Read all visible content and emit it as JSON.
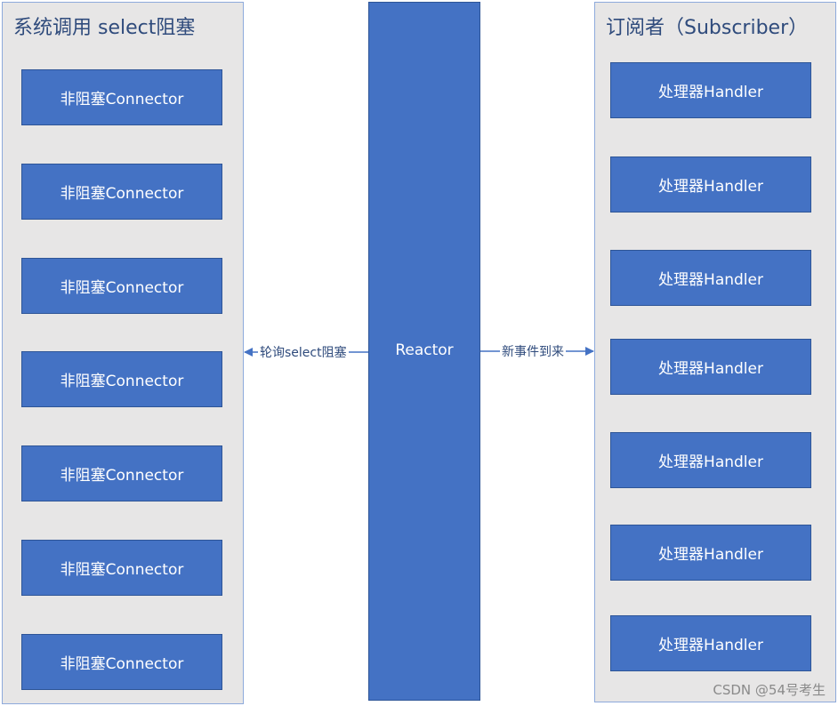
{
  "left_panel": {
    "title": "系统调用 select阻塞",
    "items": [
      {
        "label": "非阻塞Connector"
      },
      {
        "label": "非阻塞Connector"
      },
      {
        "label": "非阻塞Connector"
      },
      {
        "label": "非阻塞Connector"
      },
      {
        "label": "非阻塞Connector"
      },
      {
        "label": "非阻塞Connector"
      },
      {
        "label": "非阻塞Connector"
      }
    ]
  },
  "center": {
    "label": "Reactor"
  },
  "right_panel": {
    "title": "订阅者（Subscriber）",
    "items": [
      {
        "label": "处理器Handler"
      },
      {
        "label": "处理器Handler"
      },
      {
        "label": "处理器Handler"
      },
      {
        "label": "处理器Handler"
      },
      {
        "label": "处理器Handler"
      },
      {
        "label": "处理器Handler"
      },
      {
        "label": "处理器Handler"
      }
    ]
  },
  "arrows": {
    "left_label": "轮询select阻塞",
    "right_label": "新事件到来"
  },
  "watermark": "CSDN @54号考生",
  "colors": {
    "box_fill": "#4472c4",
    "panel_fill": "#e7e6e6",
    "panel_border": "#8eaadb",
    "title_text": "#2f4b7c",
    "arrow": "#4472c4"
  }
}
